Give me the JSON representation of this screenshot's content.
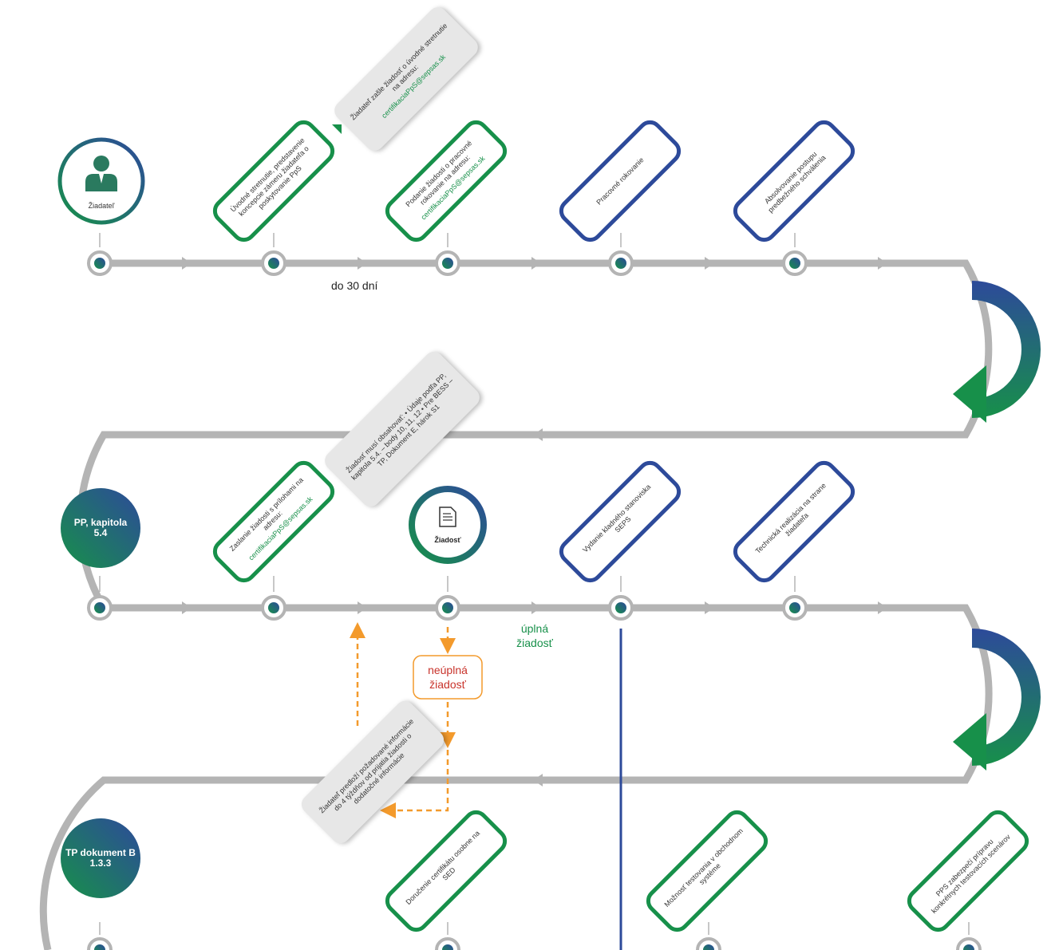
{
  "applicant": {
    "label": "Žiadateľ"
  },
  "row1": {
    "cards": [
      {
        "text": "Úvodné stretnutie, predstavenie koncepcie zámeru žiadateľa o poskytovanie PpS"
      },
      {
        "text": "Podanie žiadosti o pracovné rokovanie na adresu:",
        "link": "certifikaciaPpS@sepsas.sk"
      },
      {
        "text": "Pracovné rokovanie"
      },
      {
        "text": "Absolvovanie postupu predbežného schválenia"
      }
    ],
    "note": {
      "text": "Žiadateľ zašle žiadosť o úvodné stretnutie na adresu:",
      "link": "certifikaciaPpS@sepsas.sk"
    },
    "duration": "do 30 dní"
  },
  "row2": {
    "start": "PP, kapitola 5.4",
    "cards": [
      {
        "text": "Zaslanie žiadosti s prílohami na adresu:",
        "link": "certifikaciaPpS@sepsas.sk"
      },
      {
        "text": "Vydanie kladného stanoviska SEPS"
      },
      {
        "text": "Technická realizácia na strane žiadateľa"
      }
    ],
    "note": {
      "text": "Žiadosť musí obsahovať: • Údaje podľa PP, kapitola 5.4. – body 10, 11, 12 • Pre BESS – TP, Dokument E, hárok S1"
    },
    "request": "Žiadosť",
    "complete": "úplná žiadosť",
    "incomplete": "neúplná žiadosť"
  },
  "row3": {
    "start": "TP dokument B 1.3.3",
    "cards": [
      {
        "text": "Doručenie certifikátu osobne na SED"
      },
      {
        "text": "Možnosť testovania v obchodnom systéme"
      },
      {
        "text": "PPS zabezpečí prípravu konkrétnych testovacích scenárov"
      }
    ],
    "note": {
      "text": "Žiadateľ predloží požadované informácie do 4 týždňov od prijatia žiadosti o dodatočné informácie"
    }
  },
  "colors": {
    "track": "#b4b4b4",
    "blue": "#2d4a9a",
    "green": "#17904a",
    "orange": "#f39a2c",
    "red": "#c8332b"
  }
}
